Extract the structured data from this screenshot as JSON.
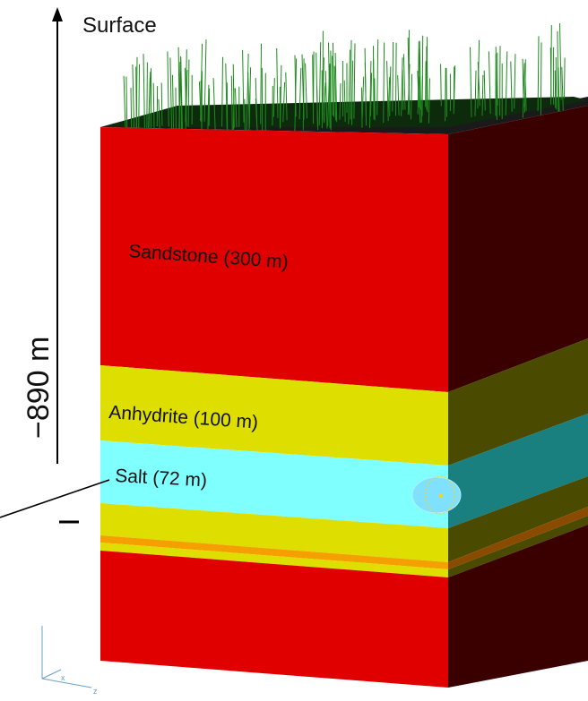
{
  "surface_label": "Surface",
  "depth_label": "−890 m",
  "layers": [
    {
      "name": "sandstone-top",
      "label": "Sandstone (300 m)",
      "thickness_m": 300,
      "color": "#e00000",
      "side_color": "#3a0000"
    },
    {
      "name": "anhydrite-upper",
      "label": "Anhydrite (100 m)",
      "thickness_m": 100,
      "color": "#dede00",
      "side_color": "#4a4a00"
    },
    {
      "name": "salt",
      "label": "Salt (72 m)",
      "thickness_m": 72,
      "color": "#80ffff",
      "side_color": "#1a7f7f"
    },
    {
      "name": "anhydrite-lower",
      "label": "",
      "color": "#dede00",
      "side_color": "#4a4a00"
    },
    {
      "name": "thin-orange",
      "label": "",
      "color": "#f5a000",
      "side_color": "#8a4a00"
    },
    {
      "name": "sandstone-bottom",
      "label": "",
      "color": "#e00000",
      "side_color": "#3a0000"
    }
  ],
  "axis_triad": {
    "x_label": "x",
    "z_label": "z"
  },
  "colors": {
    "grass": "#1f8a1f",
    "cavern": "#7fe0ff",
    "cavern_outline": "#ffd400"
  }
}
